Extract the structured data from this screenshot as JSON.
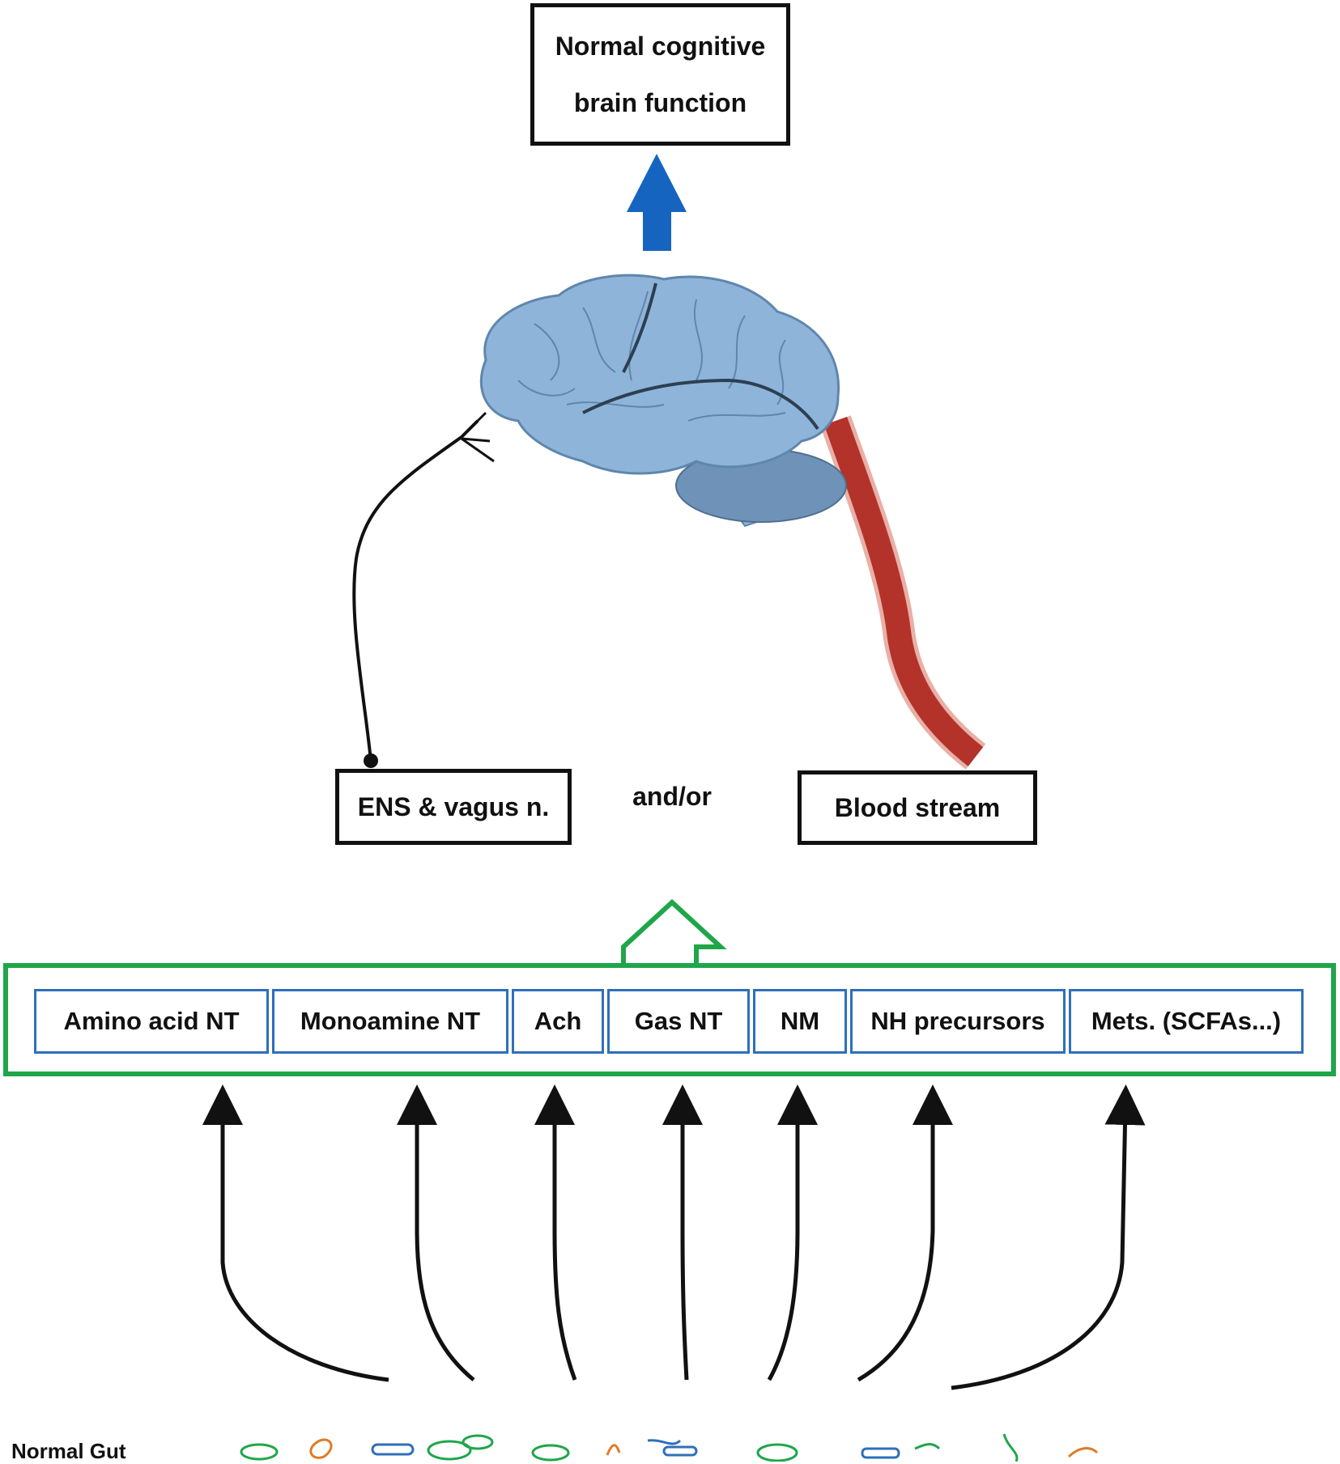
{
  "top_box": {
    "line1": "Normal cognitive",
    "line2": "brain function"
  },
  "pathways": {
    "left": "ENS & vagus n.",
    "connector": "and/or",
    "right": "Blood stream"
  },
  "molecules": [
    {
      "label": "Amino acid NT"
    },
    {
      "label": "Monoamine NT"
    },
    {
      "label": "Ach"
    },
    {
      "label": "Gas NT"
    },
    {
      "label": "NM"
    },
    {
      "label": "NH precursors"
    },
    {
      "label": "Mets. (SCFAs...)"
    }
  ],
  "gut_label": "Normal Gut",
  "colors": {
    "brain": "#8fb4d9",
    "brain_outline": "#5f86ad",
    "up_arrow": "#1565c0",
    "green_frame": "#1fa64a",
    "molecule_border": "#2f6fba",
    "blood_vessel": "#b3322a",
    "bacteria": [
      "#1fa64a",
      "#e07b27",
      "#2f6fba"
    ]
  }
}
